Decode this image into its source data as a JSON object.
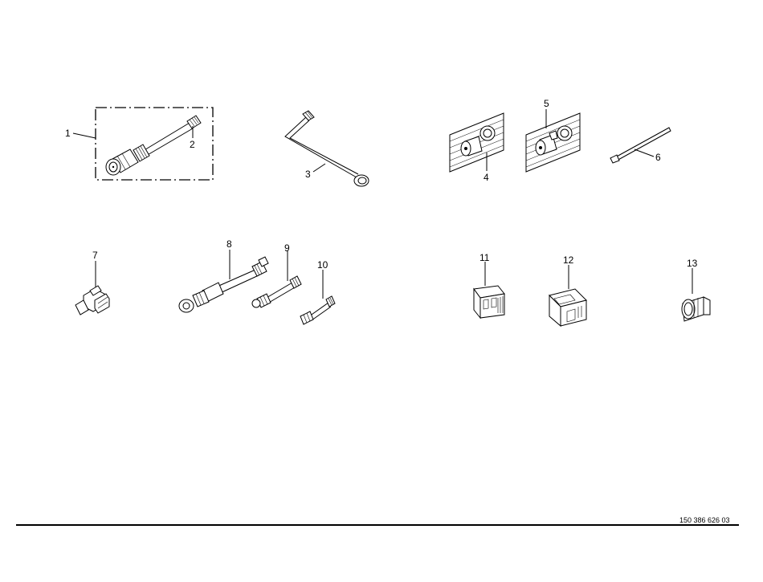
{
  "labels": {
    "p1": "1",
    "p2": "2",
    "p3": "3",
    "p4": "4",
    "p5": "5",
    "p6": "6",
    "p7": "7",
    "p8": "8",
    "p9": "9",
    "p10": "10",
    "p11": "11",
    "p12": "12",
    "p13": "13"
  },
  "drawing_number": "150 386 626 03"
}
